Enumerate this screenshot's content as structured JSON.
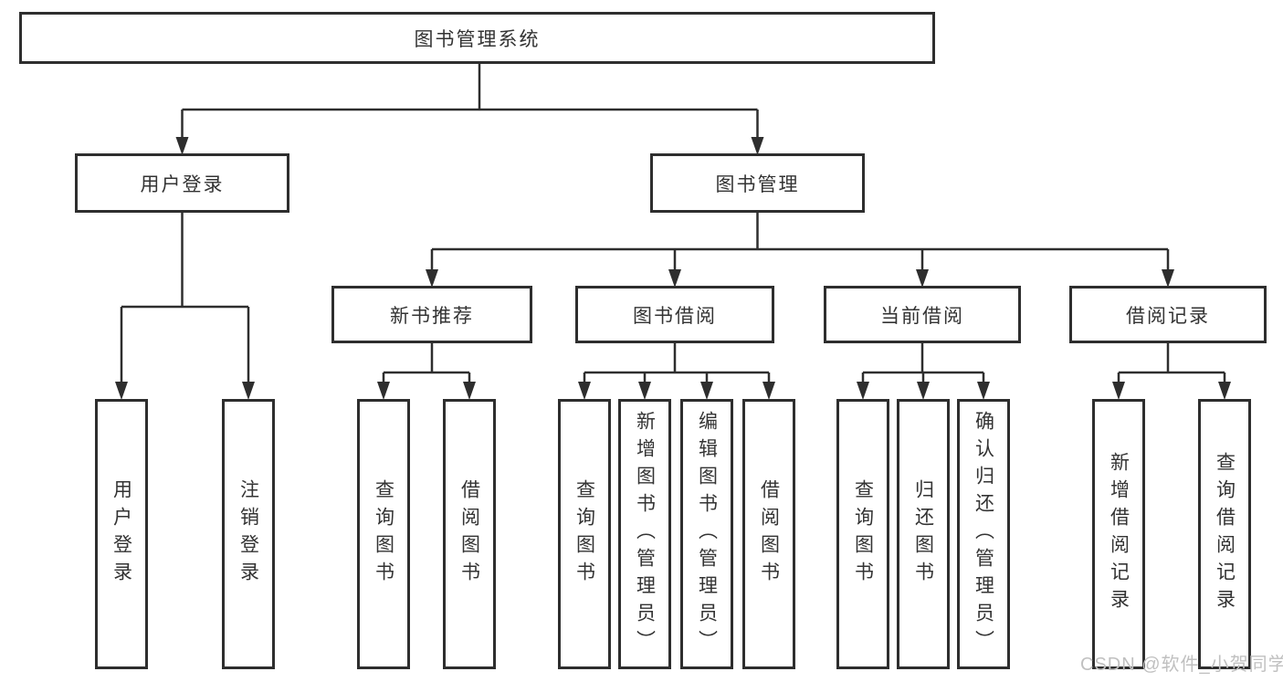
{
  "nodes": {
    "root": {
      "label": "图书管理系统"
    },
    "level2": [
      {
        "label": "用户登录"
      },
      {
        "label": "图书管理"
      }
    ],
    "level3": [
      {
        "label": "新书推荐"
      },
      {
        "label": "图书借阅"
      },
      {
        "label": "当前借阅"
      },
      {
        "label": "借阅记录"
      }
    ],
    "leaves": [
      {
        "label": "用户登录"
      },
      {
        "label": "注销登录"
      },
      {
        "label": "查询图书"
      },
      {
        "label": "借阅图书"
      },
      {
        "label": "查询图书"
      },
      {
        "label": "新增图书（管理员）"
      },
      {
        "label": "编辑图书（管理员）"
      },
      {
        "label": "借阅图书"
      },
      {
        "label": "查询图书"
      },
      {
        "label": "归还图书"
      },
      {
        "label": "确认归还（管理员）"
      },
      {
        "label": "新增借阅记录"
      },
      {
        "label": "查询借阅记录"
      }
    ]
  },
  "watermark": {
    "text": "CSDN @软件_小贺同学",
    "color": "#c0c0c0"
  },
  "colors": {
    "line": "#2e2e2e",
    "text": "#333333",
    "background": "#ffffff"
  }
}
